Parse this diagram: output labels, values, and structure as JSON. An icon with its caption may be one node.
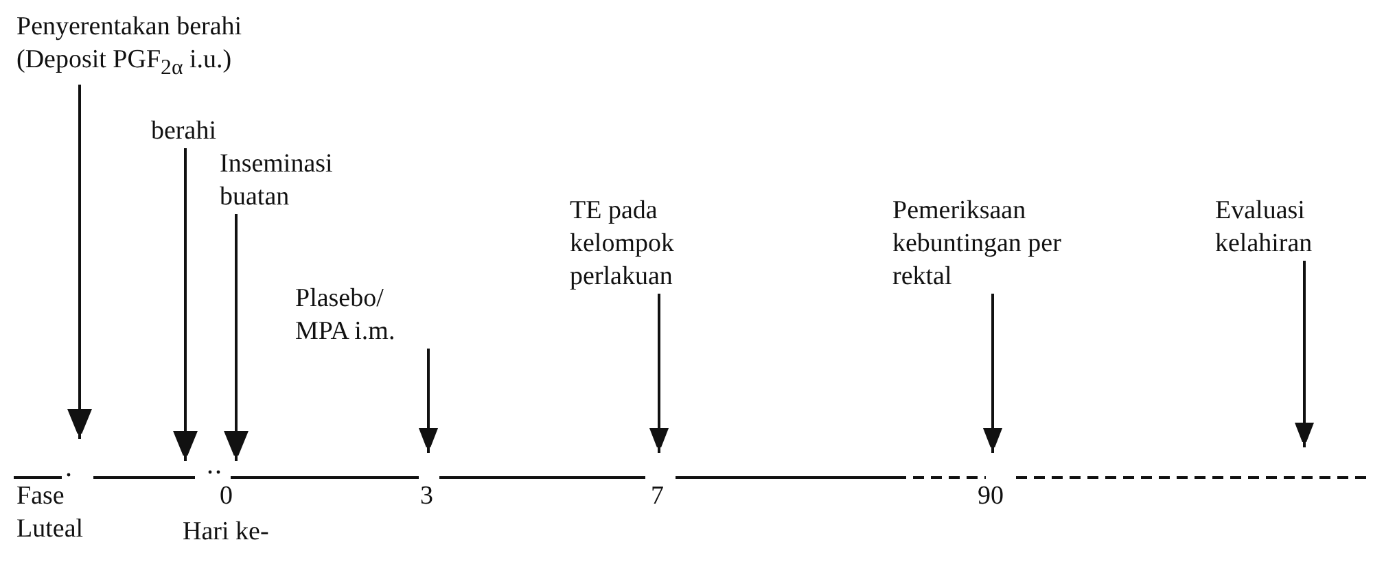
{
  "diagram": {
    "nodes": [
      {
        "text": [
          "Penyerentakan berahi (Deposit PGF$_{2α}$ i.u.)"
        ]
      },
      {
        "text": [
          "berahi"
        ]
      },
      {
        "text": [
          "Inseminasi buatan"
        ]
      },
      {
        "text": [
          "Plasebo/ MPA i.m."
        ]
      },
      {
        "text": [
          "TE pada kelompok perlakuan"
        ]
      },
      {
        "text": [
          "Pemeriksaan kebuntingan per rektal"
        ]
      },
      {
        "text": [
          "Evaluasi kelahiran"
        ]
      }
    ],
    "edges": [
      {
        "from": 0,
        "to": null,
        "arrow": "to"
      },
      {
        "from": 1,
        "to": null,
        "arrow": "to"
      },
      {
        "from": 2,
        "to": null,
        "arrow": "to"
      },
      {
        "from": 3,
        "to": null,
        "arrow": "to"
      },
      {
        "from": 4,
        "to": null,
        "arrow": "to"
      },
      {
        "from": 5,
        "to": null,
        "arrow": "to"
      },
      {
        "from": 6,
        "to": null,
        "arrow": "to"
      }
    ],
    "labels": [
      "Fase Luteal",
      "0",
      "Hari ke-",
      "3",
      "7",
      "90"
    ]
  }
}
